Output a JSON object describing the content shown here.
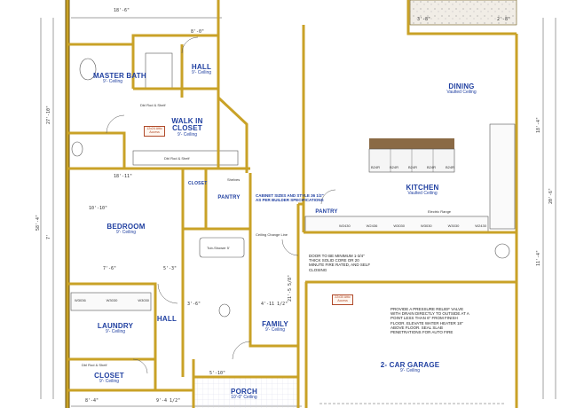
{
  "colors": {
    "wall": "#c9a227",
    "wall_edge": "#6b5412",
    "label": "#1f3fa0",
    "counter": "#8a6a45",
    "grid": "#cfd6e6"
  },
  "rooms": {
    "master_bath": {
      "name": "MASTER BATH",
      "ceiling": "9'- Ceiling"
    },
    "hall_top": {
      "name": "HALL",
      "ceiling": "9'- Ceiling"
    },
    "walk_in_closet": {
      "name": "WALK IN CLOSET",
      "ceiling": "9'- Ceiling"
    },
    "dining": {
      "name": "DINING",
      "ceiling": "Vaulted Ceiling"
    },
    "kitchen": {
      "name": "KITCHEN",
      "ceiling": "Vaulted Ceiling"
    },
    "bedroom": {
      "name": "BEDROOM",
      "ceiling": "9'- Ceiling"
    },
    "closet_mid": {
      "name": "CLOSET"
    },
    "pantry_mid": {
      "name": "PANTRY"
    },
    "pantry_kitchen": {
      "name": "PANTRY"
    },
    "laundry": {
      "name": "LAUNDRY",
      "ceiling": "9'- Ceiling"
    },
    "hall_bottom": {
      "name": "HALL"
    },
    "family": {
      "name": "FAMILY",
      "ceiling": "9'- Ceiling"
    },
    "garage": {
      "name": "2- CAR GARAGE",
      "ceiling": "9'- Ceiling"
    },
    "closet_bottom": {
      "name": "CLOSET",
      "ceiling": "9'- Ceiling"
    },
    "porch": {
      "name": "PORCH",
      "ceiling": "10'-0\" Ceiling"
    }
  },
  "notes": {
    "cabinet": "CABINET SIZES AND STYLE 36 1/2\" AS PER BUILDER SPECIFICATIONS",
    "door": "DOOR TO BE MINIMUM 1-3/4\" THICK SOLID CORE OR 20 MINUTE FIRE RATED, AND SELF CLOSING",
    "pressure": "PROVIDE A PRESSURE RELIEF VALVE WITH DRAIN DIRECTLY TO OUTSIDE AT A POINT LESS THAN 6\" FROM FINISH FLOOR. ELEVATE WATER HEATER 18\" ABOVE FLOOR. SEAL SLAB PENETRATIONS FOR AUTO FIRE",
    "shelf_top": "Dbl Rod & Shelf",
    "shelf_closet": "Dbl Rod & Shelf",
    "shelf_bottom": "Dbl Rod & Shelf",
    "tub": "Tub-Shower 5'",
    "stamp1": "12x24 Attic Access",
    "stamp2": "22x30 Attic Access",
    "ceiling_line": "Ceiling Change Line",
    "shelving": "Shelves",
    "electric_range": "Electric Range"
  },
  "dimensions": {
    "top1": "18'-6\"",
    "top2": "8'-0\"",
    "top3": "3'-8\"",
    "top4": "2'-8\"",
    "bed_w": "18'-11\"",
    "bed_h": "10'-10\"",
    "hall_d": "7'-6\"",
    "hall_d2": "5'-3\"",
    "hall_d3": "3'-6\"",
    "fam": "4'-11 1/2\"",
    "mid": "21'-5 5/8\"",
    "left_total": "58'-4\"",
    "left_a": "27'-10\"",
    "left_b": "7'",
    "right_a": "18'-4\"",
    "right_b": "20'-6\"",
    "right_c": "11'-4\"",
    "bot1": "8'-4\"",
    "bot2": "9'-4 1/2\"",
    "bot3": "5'-10\""
  },
  "cabinets": {
    "upper_row": [
      "B24R",
      "B24R",
      "B24R",
      "B24R",
      "B24R"
    ],
    "lower_row": [
      "W2430",
      "W2436",
      "W3030",
      "W3030",
      "W3030",
      "W2430"
    ],
    "laundry_row": [
      "W3036",
      "W3030",
      "W3030"
    ]
  }
}
